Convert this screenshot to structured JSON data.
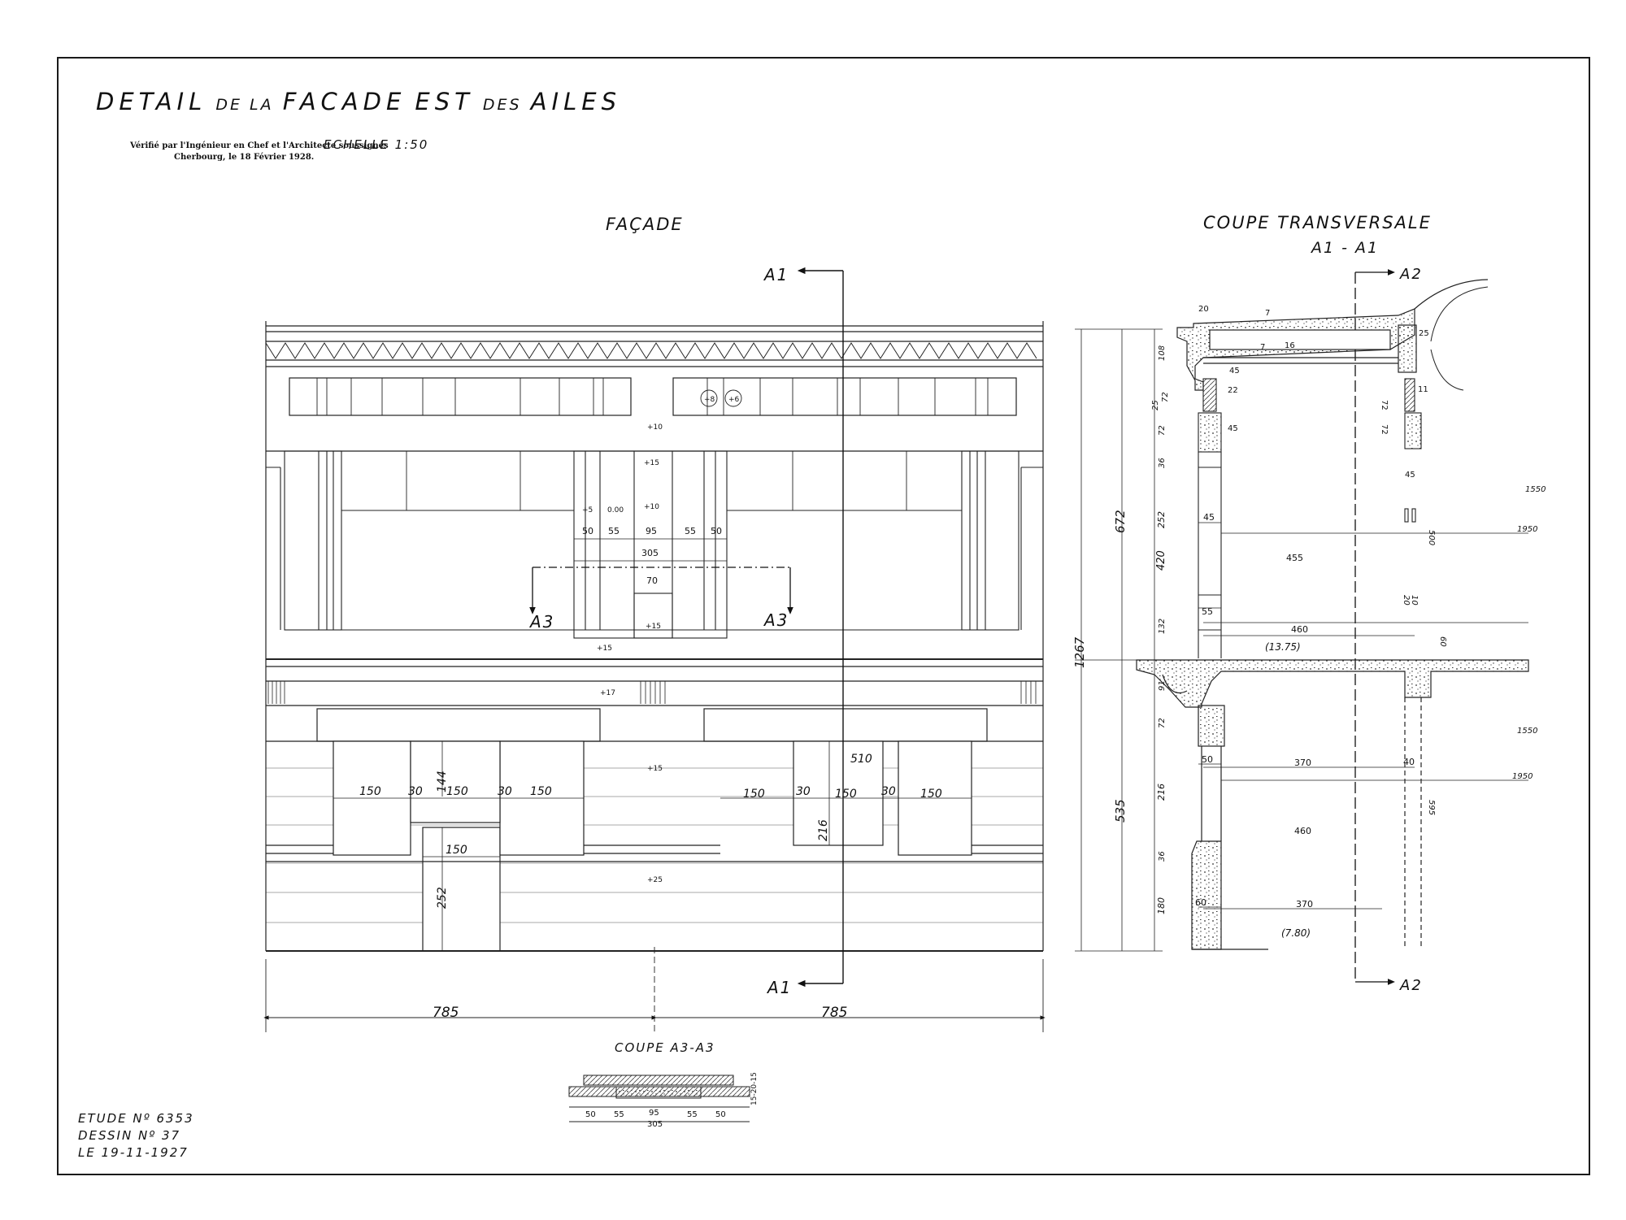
{
  "sheet": {
    "title_parts": [
      "DETAIL",
      "DE LA",
      "FACADE",
      "EST",
      "DES",
      "AILES"
    ],
    "verification": {
      "line1": "Vérifié par l'Ingénieur en Chef et l'Architecte soussignés",
      "line2": "Cherbourg, le 18 Février 1928."
    },
    "scale": "ECHELLE 1:50",
    "etude": "ETUDE Nº 6353",
    "dessin": "DESSIN Nº 37",
    "date": "LE 19-11-1927"
  },
  "facade": {
    "heading": "FAÇADE",
    "section_a1": "A1",
    "section_a3": "A3",
    "overall_widths": [
      "785",
      "785"
    ],
    "pier_dims": [
      "50",
      "55",
      "95",
      "55",
      "50"
    ],
    "pier_total": "305",
    "pier_center": "70",
    "window_widths": [
      "150",
      "30",
      "150",
      "30",
      "150"
    ],
    "window_widths_right": [
      "150",
      "30",
      "150",
      "30",
      "150"
    ],
    "door_width": "150",
    "heights": {
      "h144": "144",
      "h252": "252",
      "h216": "216",
      "h510": "510"
    },
    "levels": [
      "+8",
      "+6",
      "+10",
      "+15",
      "+5",
      "0.00",
      "+10",
      "+15",
      "+15",
      "+17",
      "+15",
      "+25"
    ]
  },
  "section": {
    "heading": "COUPE TRANSVERSALE",
    "subheading": "A1 - A1",
    "section_a2": "A2",
    "overall_height": "1267",
    "upper_height": "672",
    "lower_height": "535",
    "left_dims": [
      "108",
      "25",
      "72",
      "72",
      "36",
      "252",
      "420",
      "132",
      "91",
      "72",
      "216",
      "36",
      "180"
    ],
    "top_dims": [
      "20",
      "7",
      "7",
      "16",
      "45",
      "22",
      "45",
      "25",
      "72",
      "72",
      "11",
      "45"
    ],
    "widths": [
      "45",
      "455",
      "55",
      "460",
      "370",
      "50",
      "40",
      "460",
      "60",
      "370"
    ],
    "right_dims": [
      "500",
      "20",
      "10",
      "60",
      "595"
    ],
    "lengths": [
      "1550",
      "1950",
      "1550",
      "1950"
    ],
    "floor_level": "(13.75)",
    "ground_level": "(7.80)"
  },
  "coupe_a3": {
    "heading": "COUPE A3-A3",
    "dims": [
      "50",
      "55",
      "95",
      "55",
      "50"
    ],
    "total": "305",
    "vertical_dims": "15-20-15"
  }
}
